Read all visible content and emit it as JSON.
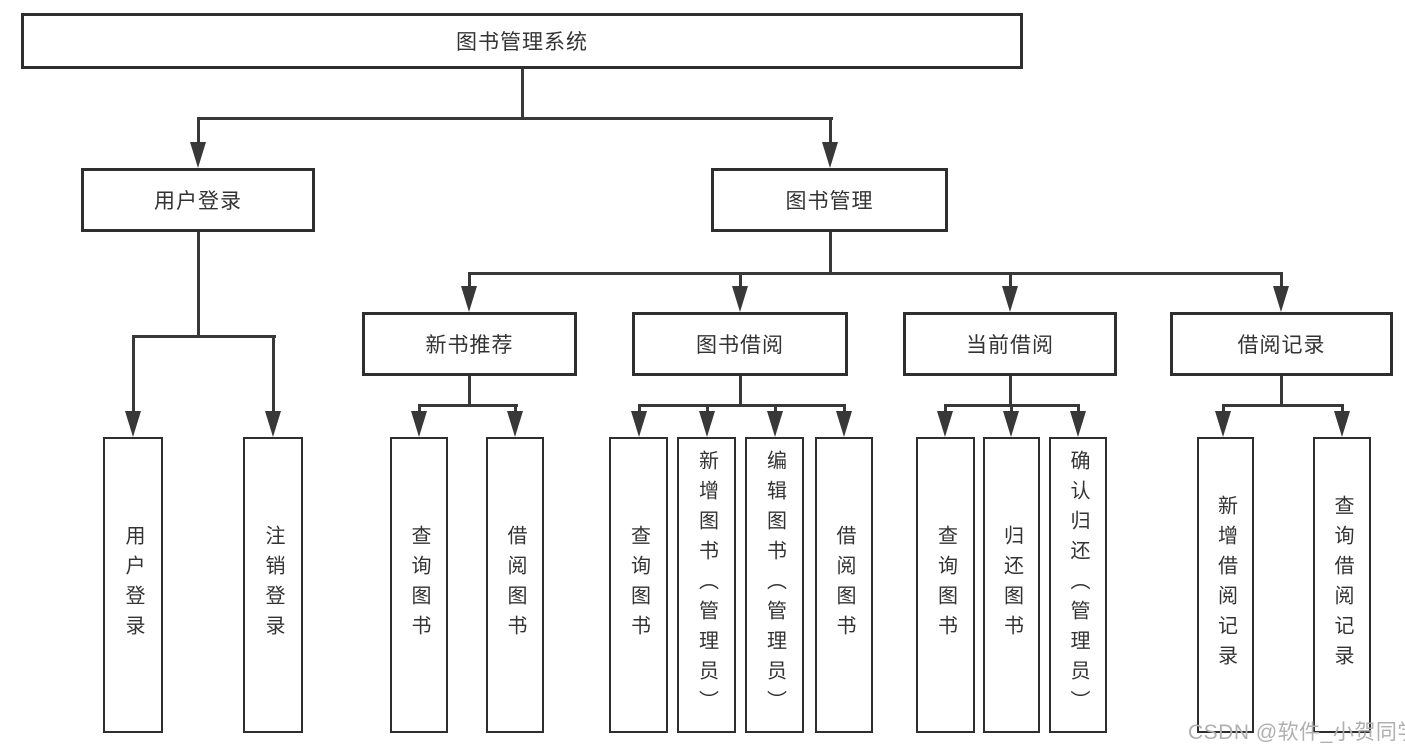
{
  "tree": {
    "root": {
      "label": "图书管理系统"
    },
    "level2": [
      {
        "label": "用户登录"
      },
      {
        "label": "图书管理"
      }
    ],
    "level3": [
      {
        "label": "新书推荐"
      },
      {
        "label": "图书借阅"
      },
      {
        "label": "当前借阅"
      },
      {
        "label": "借阅记录"
      }
    ],
    "leaves": {
      "user_login": [
        {
          "label": "用户登录"
        },
        {
          "label": "注销登录"
        }
      ],
      "new_books": [
        {
          "label": "查询图书"
        },
        {
          "label": "借阅图书"
        }
      ],
      "book_borrow": [
        {
          "label": "查询图书"
        },
        {
          "label": "新增图书（管理员）"
        },
        {
          "label": "编辑图书（管理员）"
        },
        {
          "label": "借阅图书"
        }
      ],
      "current_borrow": [
        {
          "label": "查询图书"
        },
        {
          "label": "归还图书"
        },
        {
          "label": "确认归还（管理员）"
        }
      ],
      "borrow_records": [
        {
          "label": "新增借阅记录"
        },
        {
          "label": "查询借阅记录"
        }
      ]
    }
  },
  "watermark": {
    "text": "CSDN @软件_小贺同学"
  },
  "colors": {
    "line": "#383838",
    "box_border": "#2e2e2e",
    "text": "#333333",
    "watermark": "#b0b0b0",
    "background": "#ffffff"
  }
}
